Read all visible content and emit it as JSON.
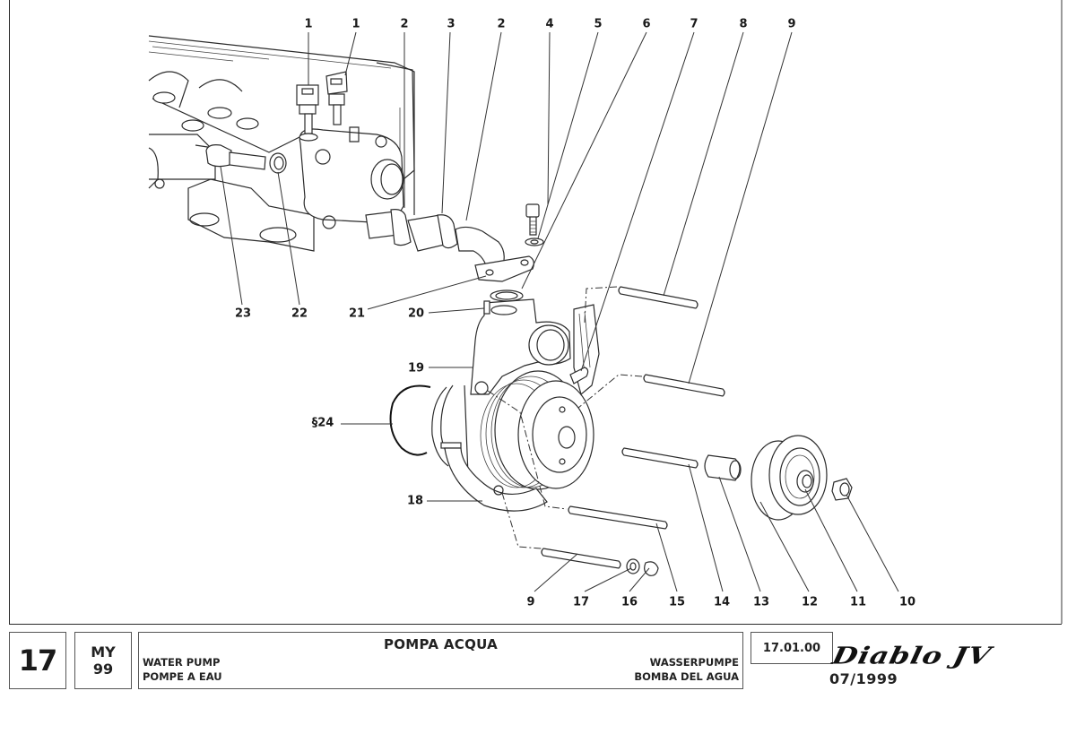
{
  "diagram": {
    "title": "Water pump exploded parts diagram",
    "callouts": [
      {
        "id": "c1a",
        "label": "1"
      },
      {
        "id": "c1b",
        "label": "1"
      },
      {
        "id": "c2a",
        "label": "2"
      },
      {
        "id": "c3",
        "label": "3"
      },
      {
        "id": "c2b",
        "label": "2"
      },
      {
        "id": "c4",
        "label": "4"
      },
      {
        "id": "c5",
        "label": "5"
      },
      {
        "id": "c6",
        "label": "6"
      },
      {
        "id": "c7",
        "label": "7"
      },
      {
        "id": "c8",
        "label": "8"
      },
      {
        "id": "c9a",
        "label": "9"
      },
      {
        "id": "c23",
        "label": "23"
      },
      {
        "id": "c22",
        "label": "22"
      },
      {
        "id": "c21",
        "label": "21"
      },
      {
        "id": "c20",
        "label": "20"
      },
      {
        "id": "c19",
        "label": "19"
      },
      {
        "id": "c24",
        "label": "§24"
      },
      {
        "id": "c18",
        "label": "18"
      },
      {
        "id": "c9b",
        "label": "9"
      },
      {
        "id": "c17",
        "label": "17"
      },
      {
        "id": "c16",
        "label": "16"
      },
      {
        "id": "c15",
        "label": "15"
      },
      {
        "id": "c14",
        "label": "14"
      },
      {
        "id": "c13",
        "label": "13"
      },
      {
        "id": "c12",
        "label": "12"
      },
      {
        "id": "c11",
        "label": "11"
      },
      {
        "id": "c10",
        "label": "10"
      }
    ]
  },
  "footer": {
    "page_number": "17",
    "model_year_label": "MY",
    "model_year_value": "99",
    "title_main": "POMPA ACQUA",
    "title_en": "WATER PUMP",
    "title_fr": "POMPE A EAU",
    "title_de": "WASSERPUMPE",
    "title_es": "BOMBA DEL AGUA",
    "date_code": "17.01.00",
    "brand": "Diablo JV",
    "brand_date": "07/1999"
  }
}
